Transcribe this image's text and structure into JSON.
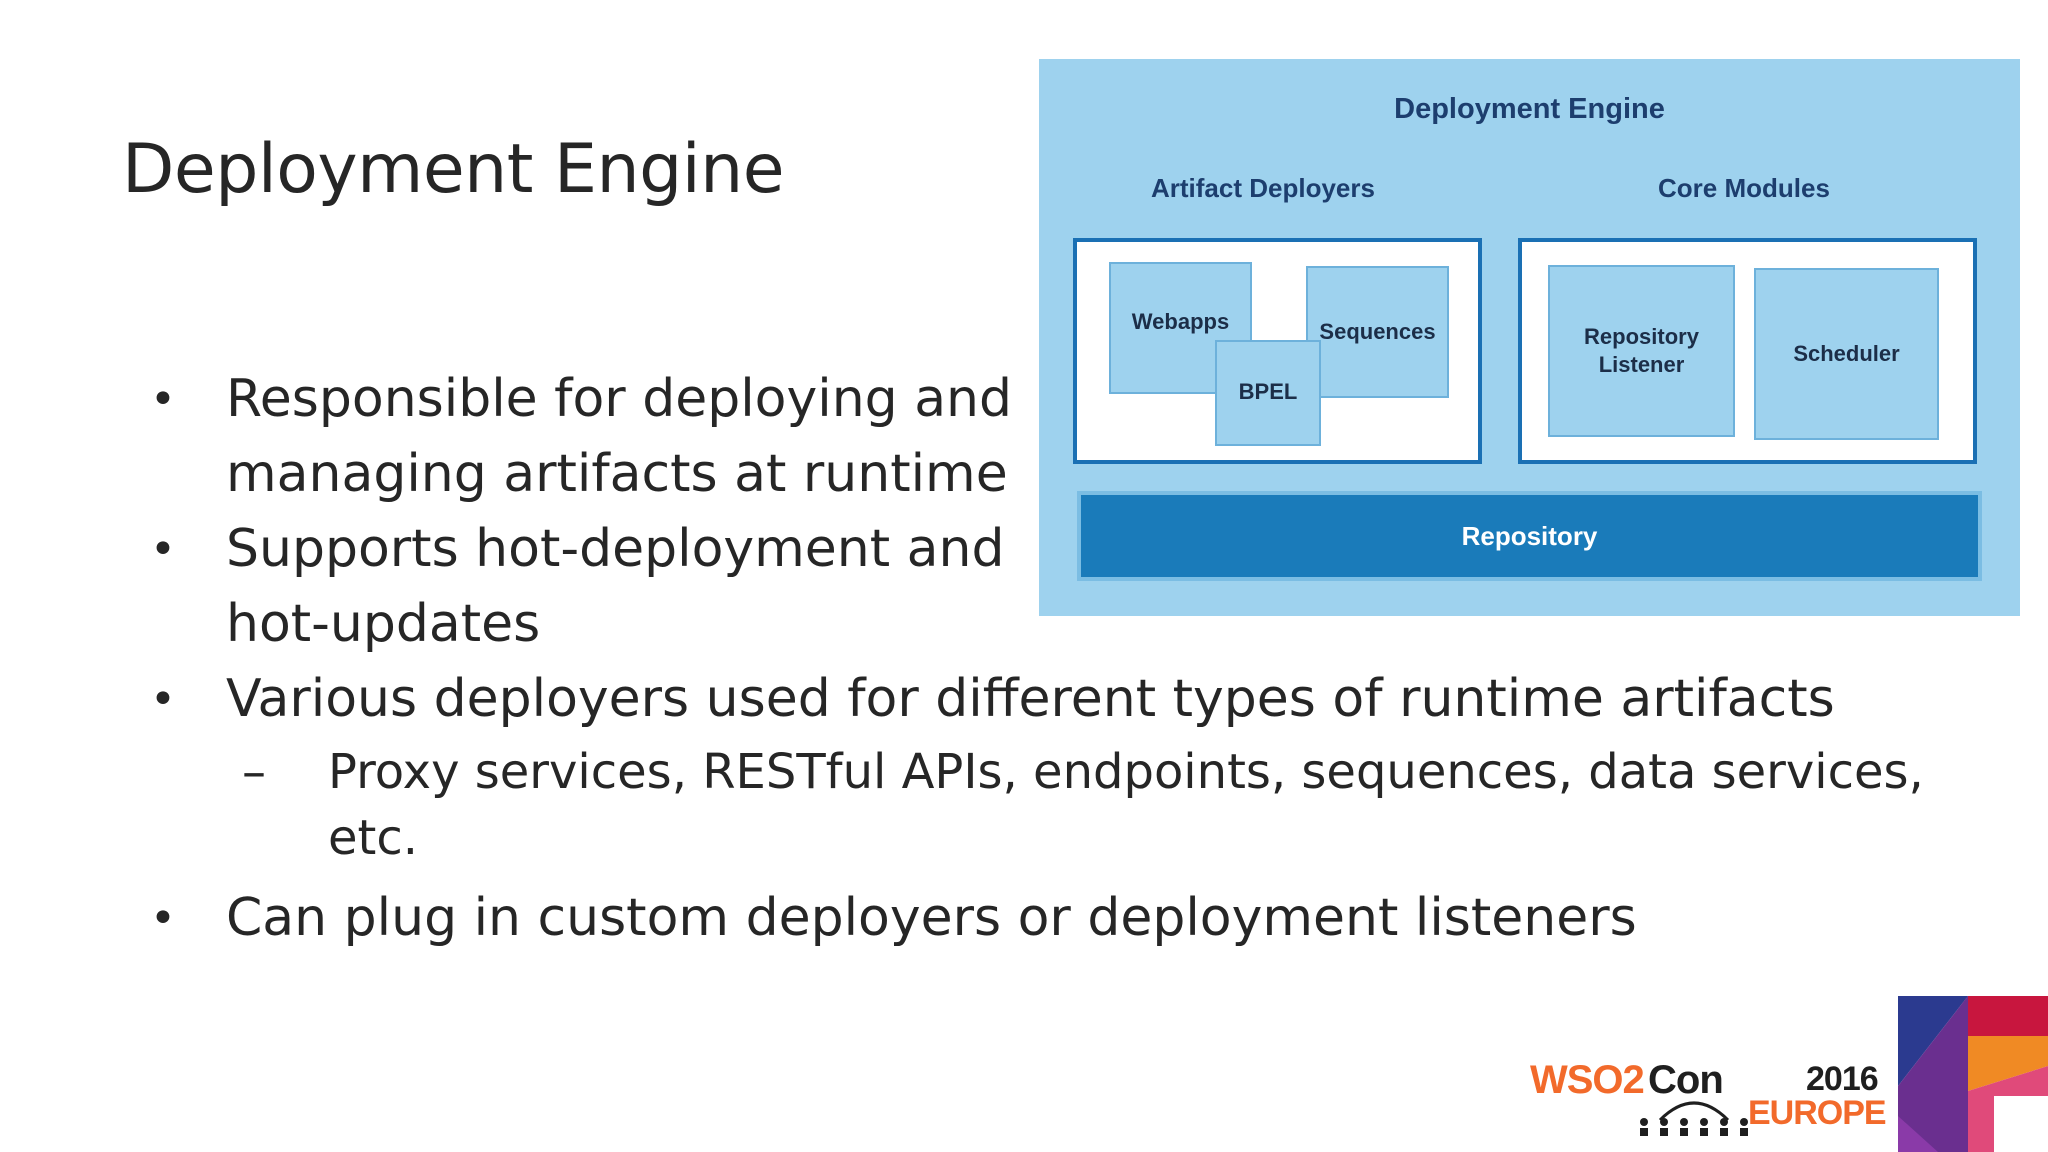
{
  "slide": {
    "title": "Deployment Engine",
    "bullets": [
      {
        "lines": [
          "Responsible for deploying and",
          "managing artifacts at runtime"
        ]
      },
      {
        "lines": [
          "Supports hot-deployment and",
          "hot-updates"
        ]
      },
      {
        "lines": [
          "Various deployers used for different types of runtime artifacts"
        ],
        "sub": [
          "Proxy services, RESTful APIs, endpoints, sequences, data services,",
          "etc."
        ]
      },
      {
        "lines": [
          "Can plug in custom deployers or deployment listeners"
        ]
      }
    ],
    "bullet_glyph": "•",
    "sub_glyph": "–"
  },
  "diagram": {
    "title": "Deployment Engine",
    "artifact_label": "Artifact Deployers",
    "core_label": "Core Modules",
    "webapps": "Webapps",
    "sequences": "Sequences",
    "bpel": "BPEL",
    "repo_listener_1": "Repository",
    "repo_listener_2": "Listener",
    "scheduler": "Scheduler",
    "repository": "Repository"
  },
  "logo": {
    "wso2": "WSO2",
    "con": "Con",
    "year": "2016",
    "region": "EUROPE"
  },
  "colors": {
    "diagram_bg": "#9ed2ee",
    "diagram_border": "#1a70b4",
    "repository_bar": "#1a7bba",
    "logo_orange": "#f26a2b"
  }
}
